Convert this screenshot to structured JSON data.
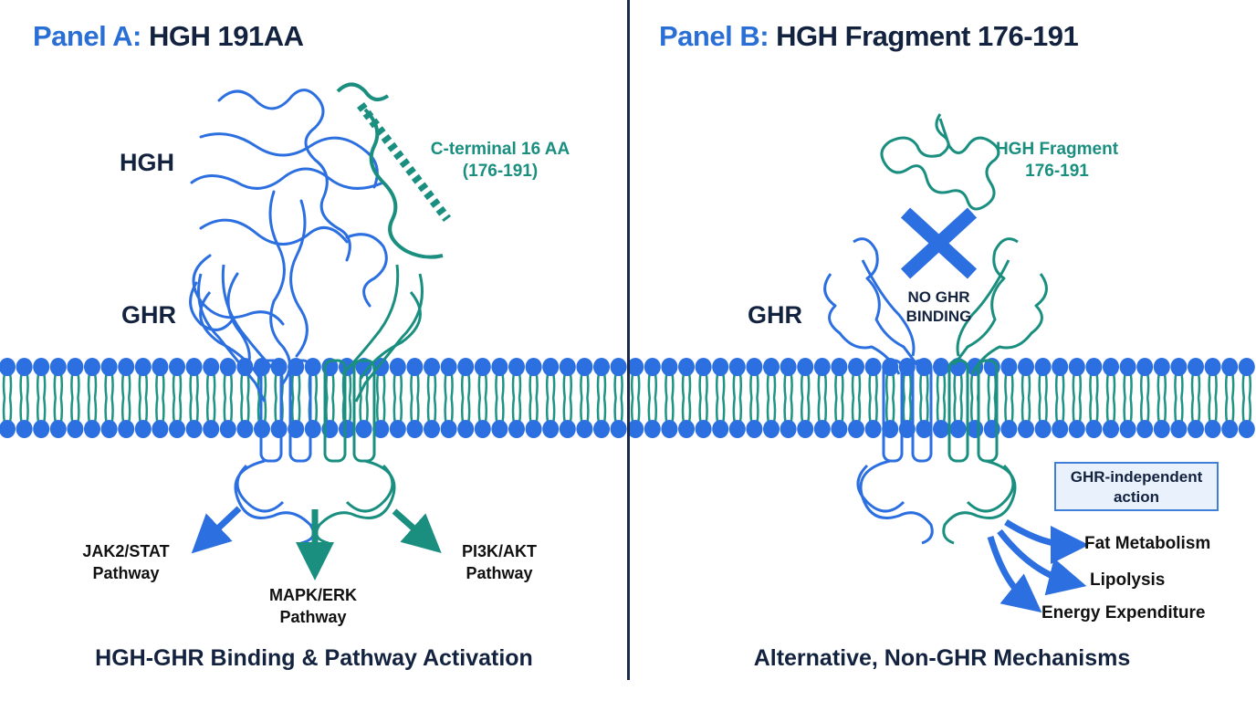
{
  "colors": {
    "blue": "#2a6fd6",
    "teal": "#1a8f80",
    "navy": "#13233f",
    "lipid_head": "#2c6fe0",
    "lipid_tail": "#1e9484",
    "box_border": "#3f7fd8",
    "box_fill": "#e9f1fc"
  },
  "panel_a": {
    "title_prefix": "Panel A:",
    "title_main": " HGH 191AA",
    "label_hgh": "HGH",
    "label_ghr": "GHR",
    "cterm_line1": "C-terminal 16 AA",
    "cterm_line2": "(176-191)",
    "pathways": [
      {
        "name": "JAK2/STAT",
        "sub": "Pathway",
        "arrow_color": "blue"
      },
      {
        "name": "MAPK/ERK",
        "sub": "Pathway",
        "arrow_color": "teal"
      },
      {
        "name": "PI3K/AKT",
        "sub": "Pathway",
        "arrow_color": "teal"
      }
    ],
    "footer": "HGH-GHR Binding & Pathway Activation"
  },
  "panel_b": {
    "title_prefix": "Panel B:",
    "title_main": " HGH Fragment 176-191",
    "fragment_line1": "HGH Fragment",
    "fragment_line2": "176-191",
    "label_ghr": "GHR",
    "no_binding_line1": "NO GHR",
    "no_binding_line2": "BINDING",
    "box_line1": "GHR-independent",
    "box_line2": "action",
    "effects": [
      "Fat Metabolism",
      "Lipolysis",
      "Energy Expenditure"
    ],
    "footer": "Alternative, Non-GHR Mechanisms"
  }
}
